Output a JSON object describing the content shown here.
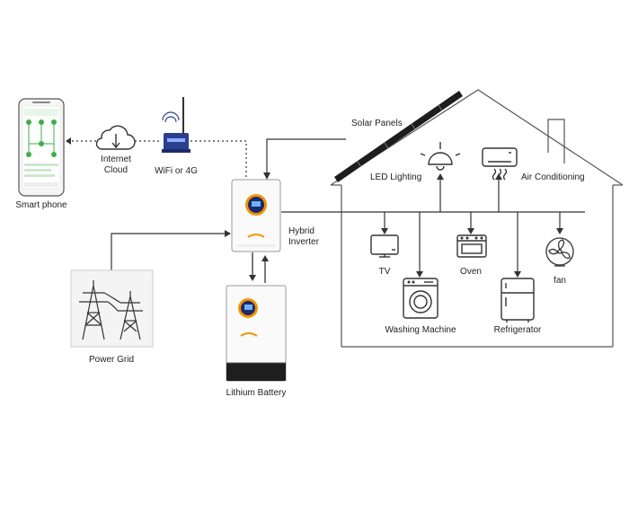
{
  "labels": {
    "smart_phone": "Smart phone",
    "internet_cloud_line1": "Internet",
    "internet_cloud_line2": "Cloud",
    "wifi": "WiFi or 4G",
    "solar_panels": "Solar Panels",
    "hybrid_inverter_line1": "Hybrid",
    "hybrid_inverter_line2": "Inverter",
    "lithium_battery": "Lithium Battery",
    "power_grid": "Power Grid",
    "led_lighting": "LED Lighting",
    "air_conditioning": "Air Conditioning",
    "tv": "TV",
    "oven": "Oven",
    "fan": "fan",
    "washing_machine": "Washing Machine",
    "refrigerator": "Refrigerator"
  },
  "colors": {
    "line": "#333333",
    "accent_orange": "#f29400",
    "display_blue": "#1a2a6c",
    "phone_green": "#3fae49",
    "router_blue": "#2a3f8f"
  },
  "icons": [
    "smartphone-icon",
    "cloud-download-icon",
    "wifi-router-icon",
    "solar-panel-icon",
    "inverter-icon",
    "battery-icon",
    "power-tower-icon",
    "house-outline-icon",
    "ceiling-light-icon",
    "air-conditioner-icon",
    "tv-icon",
    "oven-icon",
    "fan-icon",
    "washing-machine-icon",
    "refrigerator-icon"
  ]
}
